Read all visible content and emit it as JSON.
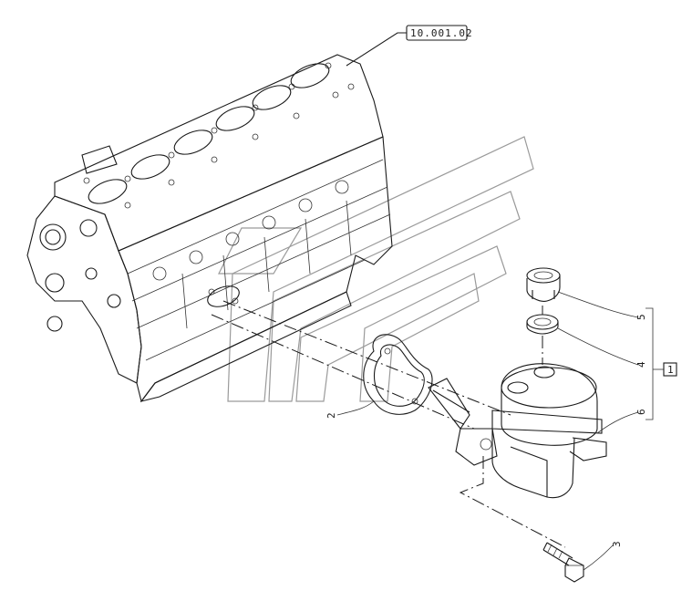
{
  "reference": {
    "code": "10.001.02"
  },
  "callouts": [
    {
      "id": "callout-1",
      "text": "1"
    },
    {
      "id": "callout-2",
      "text": "2"
    },
    {
      "id": "callout-3",
      "text": "3"
    },
    {
      "id": "callout-4",
      "text": "4"
    },
    {
      "id": "callout-5",
      "text": "5"
    },
    {
      "id": "callout-6",
      "text": "6"
    }
  ]
}
